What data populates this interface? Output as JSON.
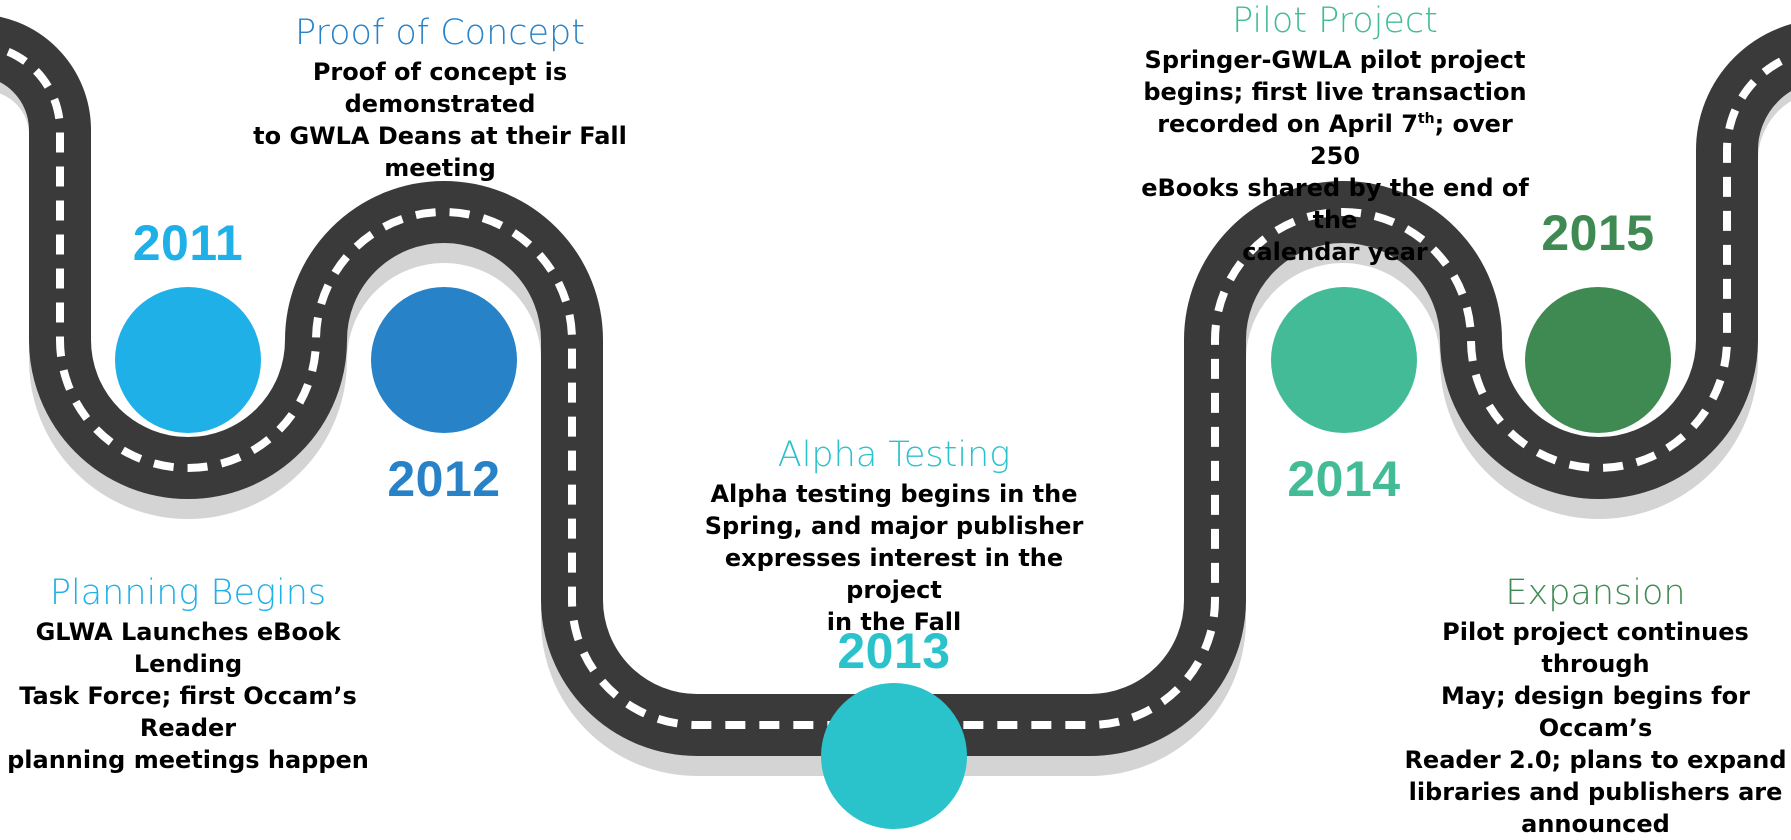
{
  "colors": {
    "road": "#3a3a3a",
    "road_shadow": "#d4d4d4",
    "dash": "#ffffff",
    "m2011": "#1fb0e8",
    "m2012": "#2882c8",
    "m2013": "#2ac2cb",
    "m2014": "#42bb96",
    "m2015": "#3f8a52"
  },
  "milestones": [
    {
      "year": "2011",
      "heading": "Planning Begins",
      "desc_lines": [
        "GLWA Launches eBook Lending",
        "Task Force; first Occam’s Reader",
        "planning meetings happen"
      ]
    },
    {
      "year": "2012",
      "heading": "Proof of Concept",
      "desc_lines": [
        "Proof of concept is demonstrated",
        "to GWLA Deans at their Fall",
        "meeting"
      ]
    },
    {
      "year": "2013",
      "heading": "Alpha Testing",
      "desc_lines": [
        "Alpha testing begins in the",
        "Spring, and major publisher",
        "expresses interest in the project",
        "in the Fall"
      ]
    },
    {
      "year": "2014",
      "heading": "Pilot Project",
      "desc_lines": [
        "Springer-GWLA pilot project",
        "begins; first live transaction"
      ],
      "desc_line3_before": "recorded on April 7",
      "desc_line3_sup": "th",
      "desc_line3_after": "; over 250",
      "desc_lines_end": [
        "eBooks shared by the end of the",
        "calendar year"
      ]
    },
    {
      "year": "2015",
      "heading": "Expansion",
      "desc_lines": [
        "Pilot project continues through",
        "May; design begins for Occam’s",
        "Reader 2.0; plans to expand",
        "libraries and publishers are",
        "announced"
      ]
    }
  ]
}
